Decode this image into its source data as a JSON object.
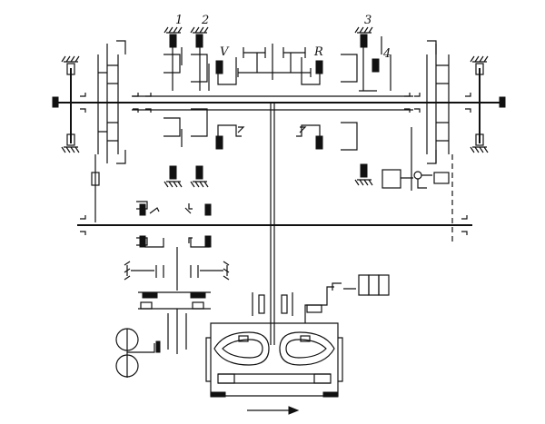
{
  "labels": {
    "brake_1": "1",
    "brake_2": "2",
    "brake_3": "3",
    "clutch_4": "4",
    "clutch_v": "V",
    "clutch_r": "R"
  }
}
